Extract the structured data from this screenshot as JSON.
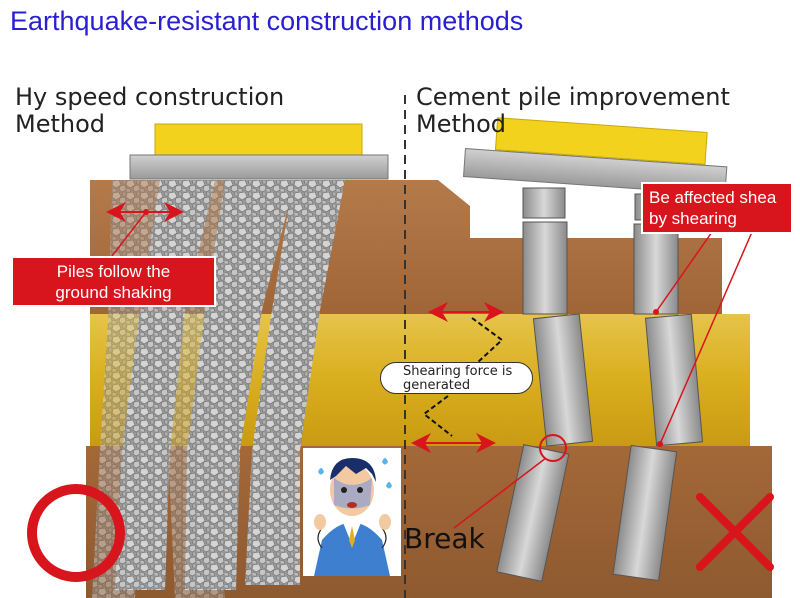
{
  "title": "Earthquake-resistant construction methods",
  "left": {
    "heading_line1": "Hy speed construction",
    "heading_line2": "Method",
    "callout_line1": "Piles follow the",
    "callout_line2": "ground shaking",
    "verdict": "good"
  },
  "right": {
    "heading_line1": "Cement pile improvement",
    "heading_line2": "Method",
    "callout_line1": "Be affected shea",
    "callout_line2": "by shearing",
    "shear_line1": "Shearing force is",
    "shear_line2": "generated",
    "break_label": "Break",
    "verdict": "bad"
  },
  "colors": {
    "title": "#2a1fd0",
    "soil": "#a86b3c",
    "sand_layer": "#e0b92c",
    "footing": "#f2d21c",
    "concrete_slab": "#b8b8b8",
    "callout_red": "#d8141c",
    "good_mark": "#d8141c",
    "bad_mark": "#d8141c"
  }
}
